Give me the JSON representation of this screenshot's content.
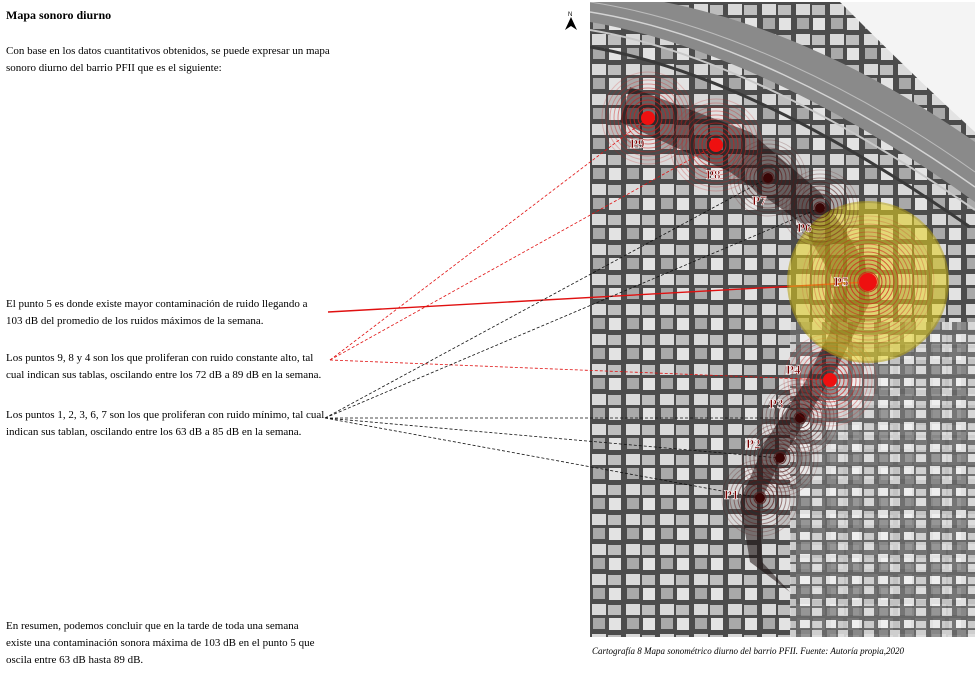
{
  "title": "Mapa sonoro diurno",
  "intro": "Con base en los datos cuantitativos obtenidos, se puede expresar un mapa sonoro diurno del barrio PFII que es el siguiente:",
  "point5_text": "El punto 5 es donde existe mayor contaminación de ruido llegando a 103 dB del promedio de los ruidos máximos de la semana.",
  "points984_text": "Los puntos 9, 8 y 4 son los que proliferan con ruido constante alto, tal cual indican sus tablas, oscilando entre los 72 dB a 89 dB en la semana.",
  "low_points_text": "Los puntos 1, 2, 3, 6, 7 son los que proliferan con ruido mínimo, tal cual indican sus tablan, oscilando entre los 63 dB a 85 dB en la semana.",
  "summary": "En resumen, podemos concluir que en la tarde de toda una semana existe una contaminación sonora máxima de 103 dB en el punto 5 que oscila entre 63 dB hasta 89 dB.",
  "caption": "Cartografía 8 Mapa sonométrico diurno del barrio PFII. Fuente: Autoría propia,2020",
  "north_label": "N",
  "points": [
    {
      "id": "P1",
      "label": "P1",
      "level": "low"
    },
    {
      "id": "P2",
      "label": "P2",
      "level": "low"
    },
    {
      "id": "P3",
      "label": "P3",
      "level": "low"
    },
    {
      "id": "P4",
      "label": "P4",
      "level": "high"
    },
    {
      "id": "P5",
      "label": "P5",
      "level": "max"
    },
    {
      "id": "P6",
      "label": "P6",
      "level": "low"
    },
    {
      "id": "P7",
      "label": "P7",
      "level": "low"
    },
    {
      "id": "P8",
      "label": "P8",
      "level": "high"
    },
    {
      "id": "P9",
      "label": "P9",
      "level": "high"
    }
  ],
  "colors": {
    "max_line": "#e01010",
    "high_line": "#e01010",
    "low_line": "#111111",
    "high_ring": "#d21c1c",
    "low_ring": "#5a1a1a",
    "max_halo": "#e6d21e"
  }
}
